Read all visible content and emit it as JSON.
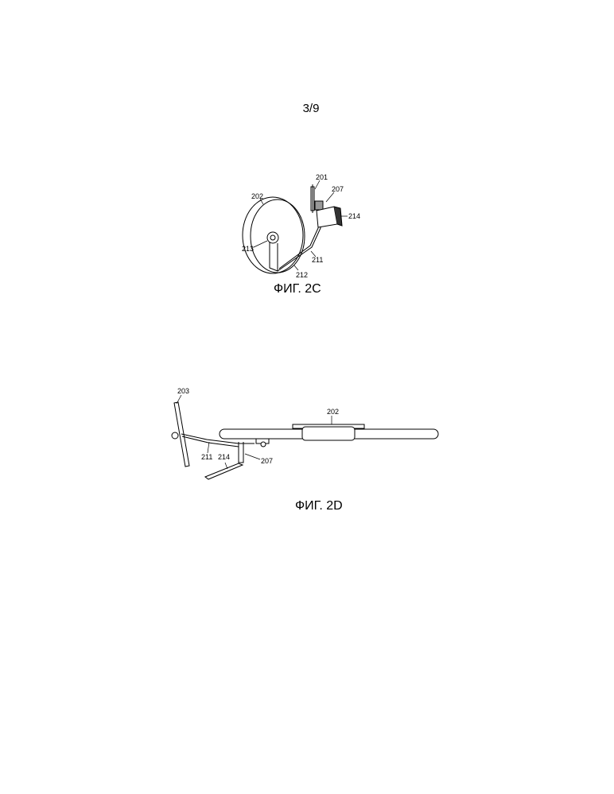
{
  "page": {
    "number": "3/9"
  },
  "figures": [
    {
      "caption": "ФИГ. 2C",
      "labels": {
        "ref_201": "201",
        "ref_202": "202",
        "ref_207": "207",
        "ref_211": "211",
        "ref_212": "212",
        "ref_213": "213",
        "ref_214": "214"
      }
    },
    {
      "caption": "ФИГ. 2D",
      "labels": {
        "ref_202": "202",
        "ref_203": "203",
        "ref_207": "207",
        "ref_211": "211",
        "ref_214": "214"
      }
    }
  ]
}
